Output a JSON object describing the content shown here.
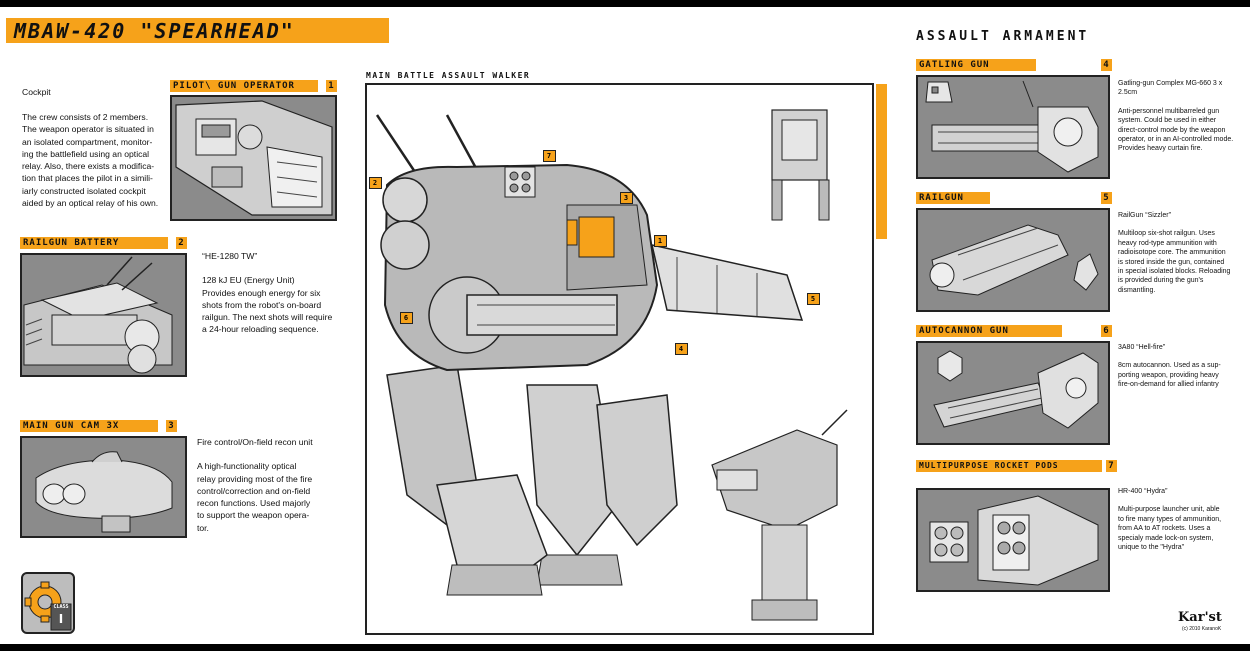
{
  "title": "MBAW-420 \"SPEARHEAD\"",
  "main_caption": "MAIN BATTLE ASSAULT WALKER",
  "assault_heading": "ASSAULT ARMAMENT",
  "colors": {
    "accent": "#f6a21a",
    "panel": "#8b8b8b",
    "frame": "#000000"
  },
  "left": {
    "cockpit": {
      "label": "PILOT\\ GUN OPERATOR",
      "num": "1",
      "heading": "Cockpit",
      "lines": [
        "The crew consists of 2 members.",
        "The weapon operator is situated in",
        "an isolated compartment, monitor-",
        "ing the battlefield using an optical",
        "relay. Also, there exists a modifica-",
        "tion that places the pilot in a simili-",
        "iarly constructed isolated cockpit",
        "aided by an optical relay of his own."
      ]
    },
    "railgun_battery": {
      "label": "RAILGUN BATTERY",
      "num": "2",
      "lines": [
        "“HE-1280 TW”",
        "",
        "128 kJ EU (Energy Unit)",
        "Provides enough energy for six",
        "shots from the robot's on-board",
        "railgun. The next shots will require",
        "a 24-hour reloading sequence."
      ]
    },
    "main_gun_cam": {
      "label": "MAIN GUN CAM 3X",
      "num": "3",
      "lines": [
        "Fire control/On-field recon unit",
        "",
        "A high-functionality optical",
        "relay providing most of the fire",
        "control/correction and on-field",
        "recon functions. Used majorly",
        "to support the weapon opera-",
        "tor."
      ]
    }
  },
  "right": {
    "gatling": {
      "label": "GATLING GUN",
      "num": "4",
      "lines": [
        "Gatling-gun Complex MG-660 3 x",
        "2.5cm",
        "",
        "Anti-personnel multibarreled gun",
        "system. Could be used in either",
        "direct-control mode by the weapon",
        "operator, or in an AI-controlled mode.",
        "Provides heavy curtain fire."
      ]
    },
    "railgun": {
      "label": "RAILGUN",
      "num": "5",
      "lines": [
        "RailGun “Sizzler”",
        "",
        "Multiloop six-shot railgun. Uses",
        "heavy rod-type ammunition with",
        "radioisotope core. The ammunition",
        "is stored inside the gun, contained",
        "in special isolated blocks. Reloading",
        "is provided during the gun's",
        "dismantling."
      ]
    },
    "autocannon": {
      "label": "AUTOCANNON GUN",
      "num": "6",
      "lines": [
        "3A80 “Hell-fire”",
        "",
        "8cm autocannon. Used as a sup-",
        "porting weapon, providing heavy",
        "fire-on-demand for allied infantry"
      ]
    },
    "rockets": {
      "label": "MULTIPURPOSE ROCKET PODS",
      "num": "7",
      "lines": [
        "HR-400 “Hydra”",
        "",
        "Multi-purpose launcher unit, able",
        "to fire many types of ammunition,",
        "from AA to AT rockets. Uses a",
        "specialy made lock-on system,",
        "unique to the \"Hydra\""
      ]
    }
  },
  "diagram_markers": [
    "7",
    "2",
    "3",
    "1",
    "5",
    "6",
    "4"
  ],
  "class_badge": {
    "label": "CLASS",
    "value": "I"
  },
  "signature": {
    "name": "Kar'st",
    "copyright": "(c) 2010 KaranoK"
  }
}
